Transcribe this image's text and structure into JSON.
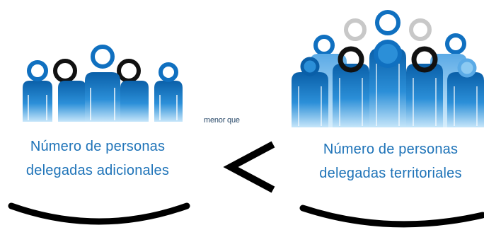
{
  "left_group": {
    "label_line1": "Número de personas",
    "label_line2": "delegadas adicionales"
  },
  "comparison": {
    "text": "menor que",
    "symbol": "<"
  },
  "right_group": {
    "label_line1": "Número de personas",
    "label_line2": "delegadas territoriales"
  },
  "colors": {
    "blue_dark": "#0a5fa8",
    "blue_mid": "#2b8fd8",
    "blue_light": "#8ccaf2",
    "text_blue": "#1e73b8",
    "black": "#000000",
    "grey": "#c8c8c8"
  },
  "icons": [
    "people-group-icon",
    "less-than-icon",
    "bracket-curve-icon"
  ]
}
